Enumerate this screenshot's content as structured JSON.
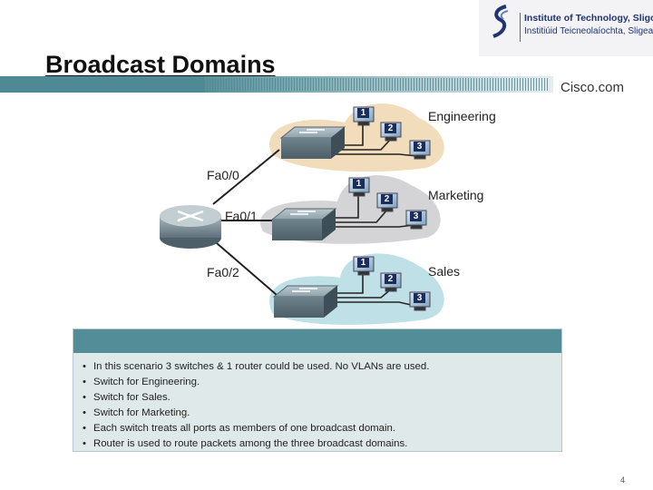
{
  "header": {
    "title": "Broadcast Domains",
    "cisco": "Cisco.com",
    "logo_line1": "Institute of Technology, Sligo",
    "logo_line2": "Institiúid Teicneolaíochta, Sligeach"
  },
  "diagram": {
    "interfaces": [
      "Fa0/0",
      "Fa0/1",
      "Fa0/2"
    ],
    "groups": [
      {
        "label": "Engineering",
        "hosts": [
          "1",
          "2",
          "3"
        ]
      },
      {
        "label": "Marketing",
        "hosts": [
          "1",
          "2",
          "3"
        ]
      },
      {
        "label": "Sales",
        "hosts": [
          "1",
          "2",
          "3"
        ]
      }
    ]
  },
  "panel": {
    "bullets": [
      "In this scenario 3 switches & 1 router could be used. No VLANs are used.",
      "Switch for Engineering.",
      "Switch for Sales.",
      "Switch for Marketing.",
      "Each switch treats all ports as members of one broadcast domain.",
      "Router is used to route packets among the three broadcast domains."
    ]
  },
  "page_number": "4",
  "colors": {
    "accent": "#538e98",
    "engineering_bg": "#f0d9b4",
    "marketing_bg": "#cfcfd3",
    "sales_bg": "#b9dde6",
    "panel_bg": "#dfe9ea"
  }
}
